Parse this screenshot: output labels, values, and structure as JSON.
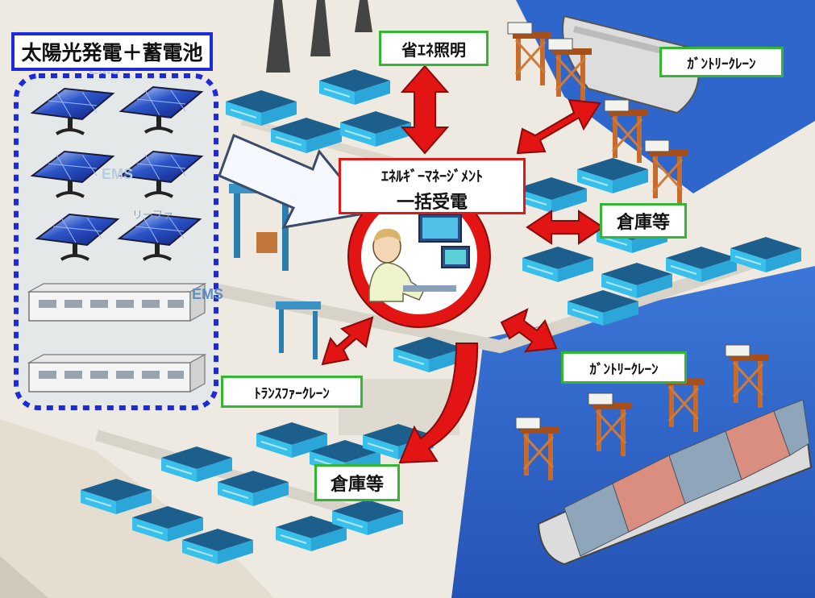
{
  "title_box": "太陽光発電＋蓄電池",
  "center_label": {
    "line1": "ｴﾈﾙｷﾞｰﾏﾈｰｼﾞﾒﾝﾄ",
    "line2": "一括受電"
  },
  "labels": {
    "lighting": "省ｴﾈ照明",
    "gantry_top": "ｶﾞﾝﾄﾘｰｸﾚｰﾝ",
    "warehouse_right": "倉庫等",
    "gantry_mid": "ｶﾞﾝﾄﾘｰｸﾚｰﾝ",
    "transfer_crane": "ﾄﾗﾝｽﾌｧｰｸﾚｰﾝ",
    "warehouse_bottom": "倉庫等"
  },
  "bg_text": {
    "bems": "EMS",
    "reefer": "リーファ"
  },
  "colors": {
    "sea": "#2d63c8",
    "land": "#e6e0d4",
    "arrow_red": "#e21414",
    "label_border": "#33b633",
    "title_border": "#1d2ad8",
    "roof": "#1d5f8c",
    "wall": "#38c0ea"
  }
}
